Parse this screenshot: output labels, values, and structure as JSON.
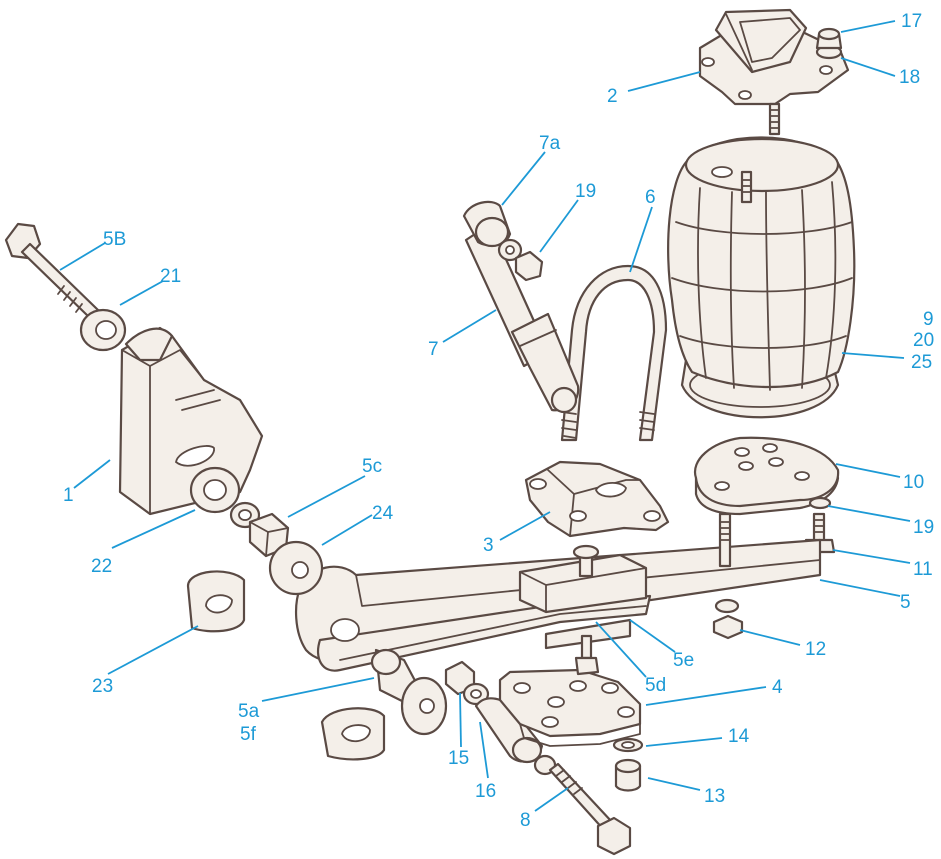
{
  "diagram": {
    "accent_color": "#1d9ad6",
    "line_color": "#5a4a44",
    "part_fill": "#f4efe9",
    "callouts": [
      {
        "id": "c-17",
        "text": "17"
      },
      {
        "id": "c-18",
        "text": "18"
      },
      {
        "id": "c-2",
        "text": "2"
      },
      {
        "id": "c-7a",
        "text": "7a"
      },
      {
        "id": "c-19a",
        "text": "19"
      },
      {
        "id": "c-6",
        "text": "6"
      },
      {
        "id": "c-5B",
        "text": "5B"
      },
      {
        "id": "c-21",
        "text": "21"
      },
      {
        "id": "c-7",
        "text": "7"
      },
      {
        "id": "c-9",
        "text": "9"
      },
      {
        "id": "c-20",
        "text": "20"
      },
      {
        "id": "c-25",
        "text": "25"
      },
      {
        "id": "c-10",
        "text": "10"
      },
      {
        "id": "c-1",
        "text": "1"
      },
      {
        "id": "c-5c",
        "text": "5c"
      },
      {
        "id": "c-19b",
        "text": "19"
      },
      {
        "id": "c-3",
        "text": "3"
      },
      {
        "id": "c-24",
        "text": "24"
      },
      {
        "id": "c-22",
        "text": "22"
      },
      {
        "id": "c-11",
        "text": "11"
      },
      {
        "id": "c-5",
        "text": "5"
      },
      {
        "id": "c-23",
        "text": "23"
      },
      {
        "id": "c-12",
        "text": "12"
      },
      {
        "id": "c-5e",
        "text": "5e"
      },
      {
        "id": "c-5d",
        "text": "5d"
      },
      {
        "id": "c-4",
        "text": "4"
      },
      {
        "id": "c-5a",
        "text": "5a"
      },
      {
        "id": "c-5f",
        "text": "5f"
      },
      {
        "id": "c-14",
        "text": "14"
      },
      {
        "id": "c-15",
        "text": "15"
      },
      {
        "id": "c-16",
        "text": "16"
      },
      {
        "id": "c-13",
        "text": "13"
      },
      {
        "id": "c-8",
        "text": "8"
      }
    ]
  }
}
